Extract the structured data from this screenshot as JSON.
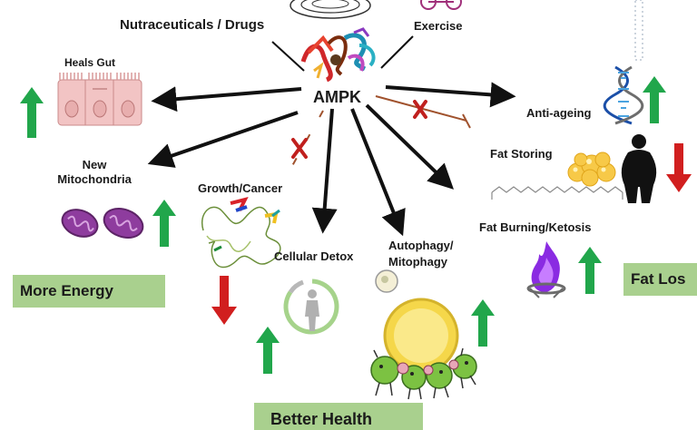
{
  "labels": {
    "top_left": "Nutraceuticals / Drugs",
    "top_right": "Exercise",
    "center": "AMPK",
    "heals_gut": "Heals Gut",
    "new_mitochondria": "New Mitochondria",
    "growth_cancer": "Growth/Cancer",
    "cellular_detox": "Cellular Detox",
    "autophagy": "Autophagy/ Mitophagy",
    "anti_ageing": "Anti-ageing",
    "fat_storing": "Fat Storing",
    "fat_burning": "Fat Burning/Ketosis"
  },
  "boxes": {
    "more_energy": "More Energy",
    "better_health": "Better Health",
    "fat_loss": "Fat Los"
  },
  "colors": {
    "up_arrow": "#21a64b",
    "down_arrow": "#d11f1f",
    "inhibit_x": "#c0201e",
    "outcome_box": "#a9d08e"
  }
}
